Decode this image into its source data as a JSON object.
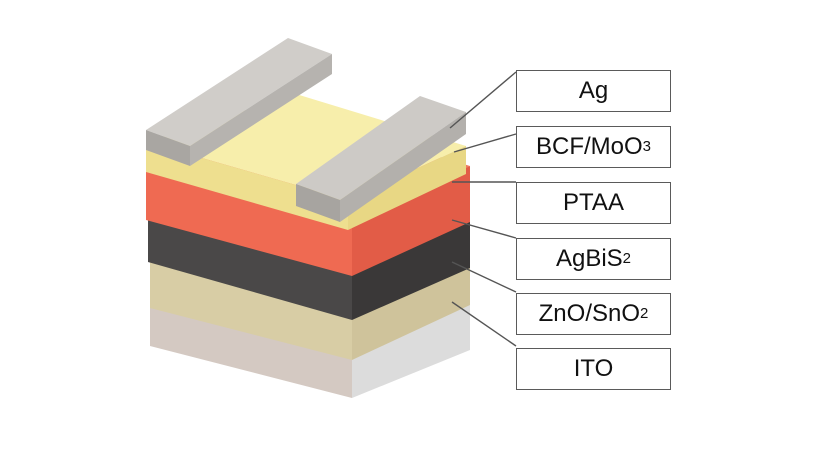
{
  "layers": [
    {
      "id": "ag",
      "label": "Ag",
      "sub": "",
      "suffix": "",
      "color": "#cdcac6"
    },
    {
      "id": "bcf",
      "label": "BCF/MoO",
      "sub": "3",
      "suffix": "",
      "color": "#f6eca6"
    },
    {
      "id": "ptaa",
      "label": "PTAA",
      "sub": "",
      "suffix": "",
      "color": "#ef6a52"
    },
    {
      "id": "agbis",
      "label": "AgBiS",
      "sub": "2",
      "suffix": "",
      "color": "#4a4848"
    },
    {
      "id": "zno",
      "label": "ZnO/SnO",
      "sub": "2",
      "suffix": "",
      "color": "#d8cda5"
    },
    {
      "id": "ito",
      "label": "ITO",
      "sub": "",
      "suffix": "",
      "color": "#dedbd8"
    }
  ]
}
